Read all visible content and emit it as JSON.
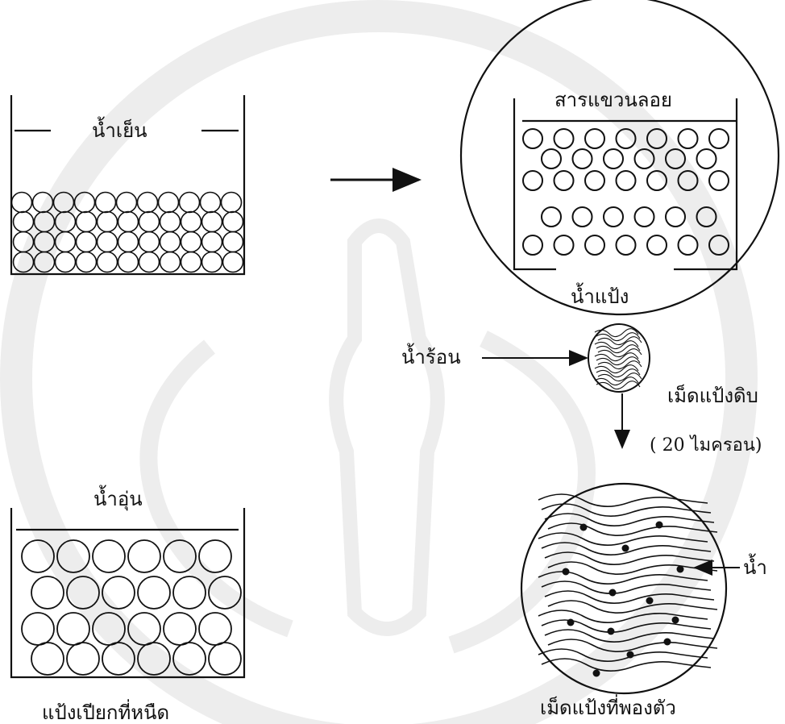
{
  "labels": {
    "cold_water": "น้ำเย็น",
    "suspension": "สารแขวนลอย",
    "starch_slurry": "น้ำแป้ง",
    "hot_water": "น้ำร้อน",
    "raw_granule": "เม็ดแป้งดิบ",
    "granule_size": "( 20 ไมครอน)",
    "warm_water": "น้ำอุ่น",
    "water": "น้ำ",
    "sticky_wet_starch": "แป้งเปียกที่หนืด",
    "swollen_granule": "เม็ดแป้งที่พองตัว"
  },
  "colors": {
    "ink": "#111111",
    "watermark": "#ececec"
  }
}
